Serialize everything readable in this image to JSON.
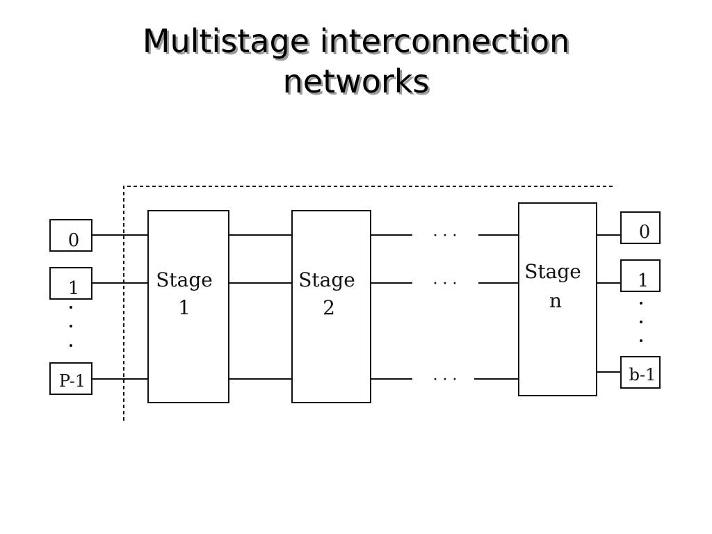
{
  "slide": {
    "title_line1": "Multistage interconnection",
    "title_line2": "networks"
  },
  "diagram": {
    "inputs": [
      "0",
      "1",
      "P-1"
    ],
    "outputs": [
      "0",
      "1",
      "b-1"
    ],
    "stages": [
      {
        "line1": "Stage",
        "line2": "1"
      },
      {
        "line1": "Stage",
        "line2": "2"
      },
      {
        "line1": "Stage",
        "line2": "n"
      }
    ],
    "ellipsis": "· · ·"
  }
}
